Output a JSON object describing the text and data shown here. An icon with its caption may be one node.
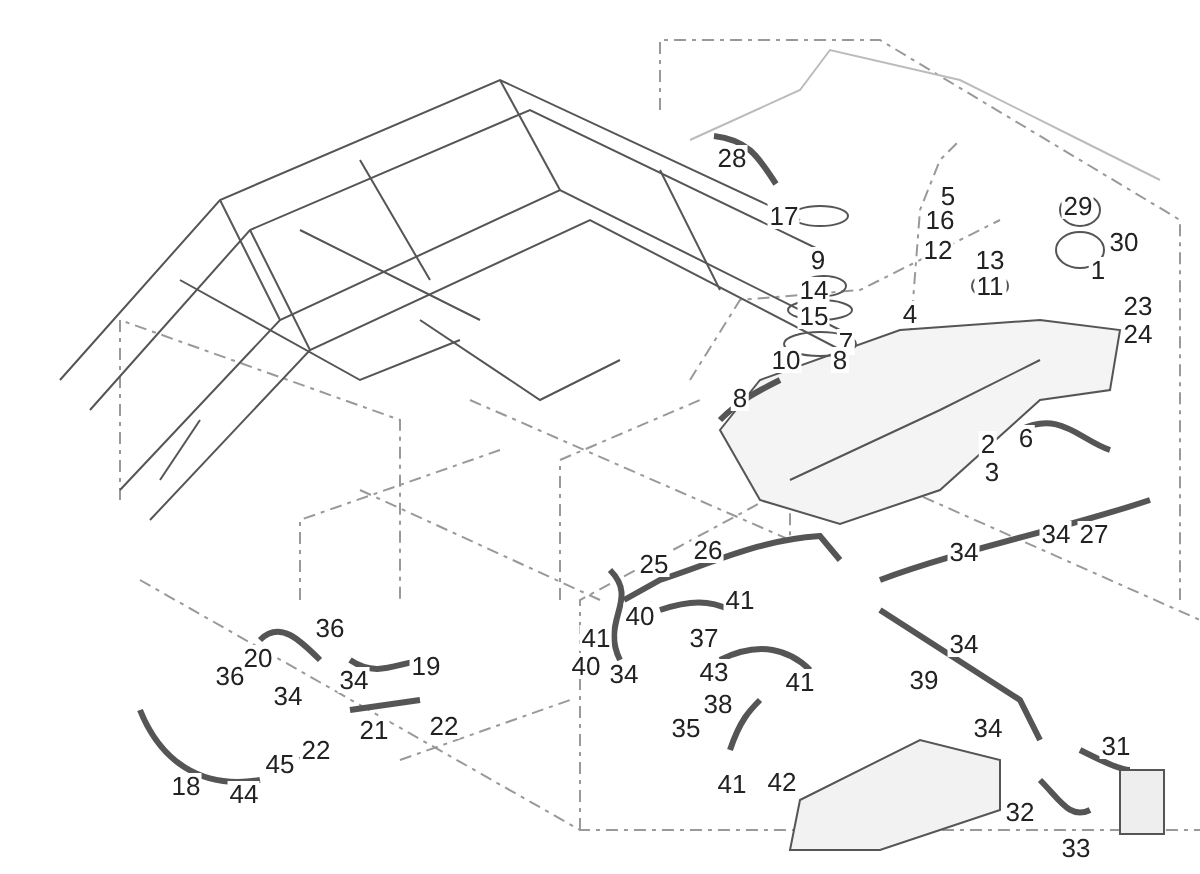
{
  "diagram": {
    "labels": [
      "28",
      "5",
      "17",
      "29",
      "16",
      "12",
      "9",
      "13",
      "30",
      "11",
      "1",
      "14",
      "23",
      "4",
      "15",
      "24",
      "7",
      "10",
      "8",
      "8",
      "6",
      "2",
      "3",
      "34",
      "27",
      "34",
      "26",
      "25",
      "41",
      "40",
      "41",
      "37",
      "36",
      "40",
      "34",
      "43",
      "36",
      "20",
      "41",
      "34",
      "39",
      "19",
      "34",
      "34",
      "38",
      "21",
      "22",
      "35",
      "34",
      "31",
      "22",
      "45",
      "41",
      "42",
      "18",
      "44",
      "32",
      "33"
    ]
  }
}
